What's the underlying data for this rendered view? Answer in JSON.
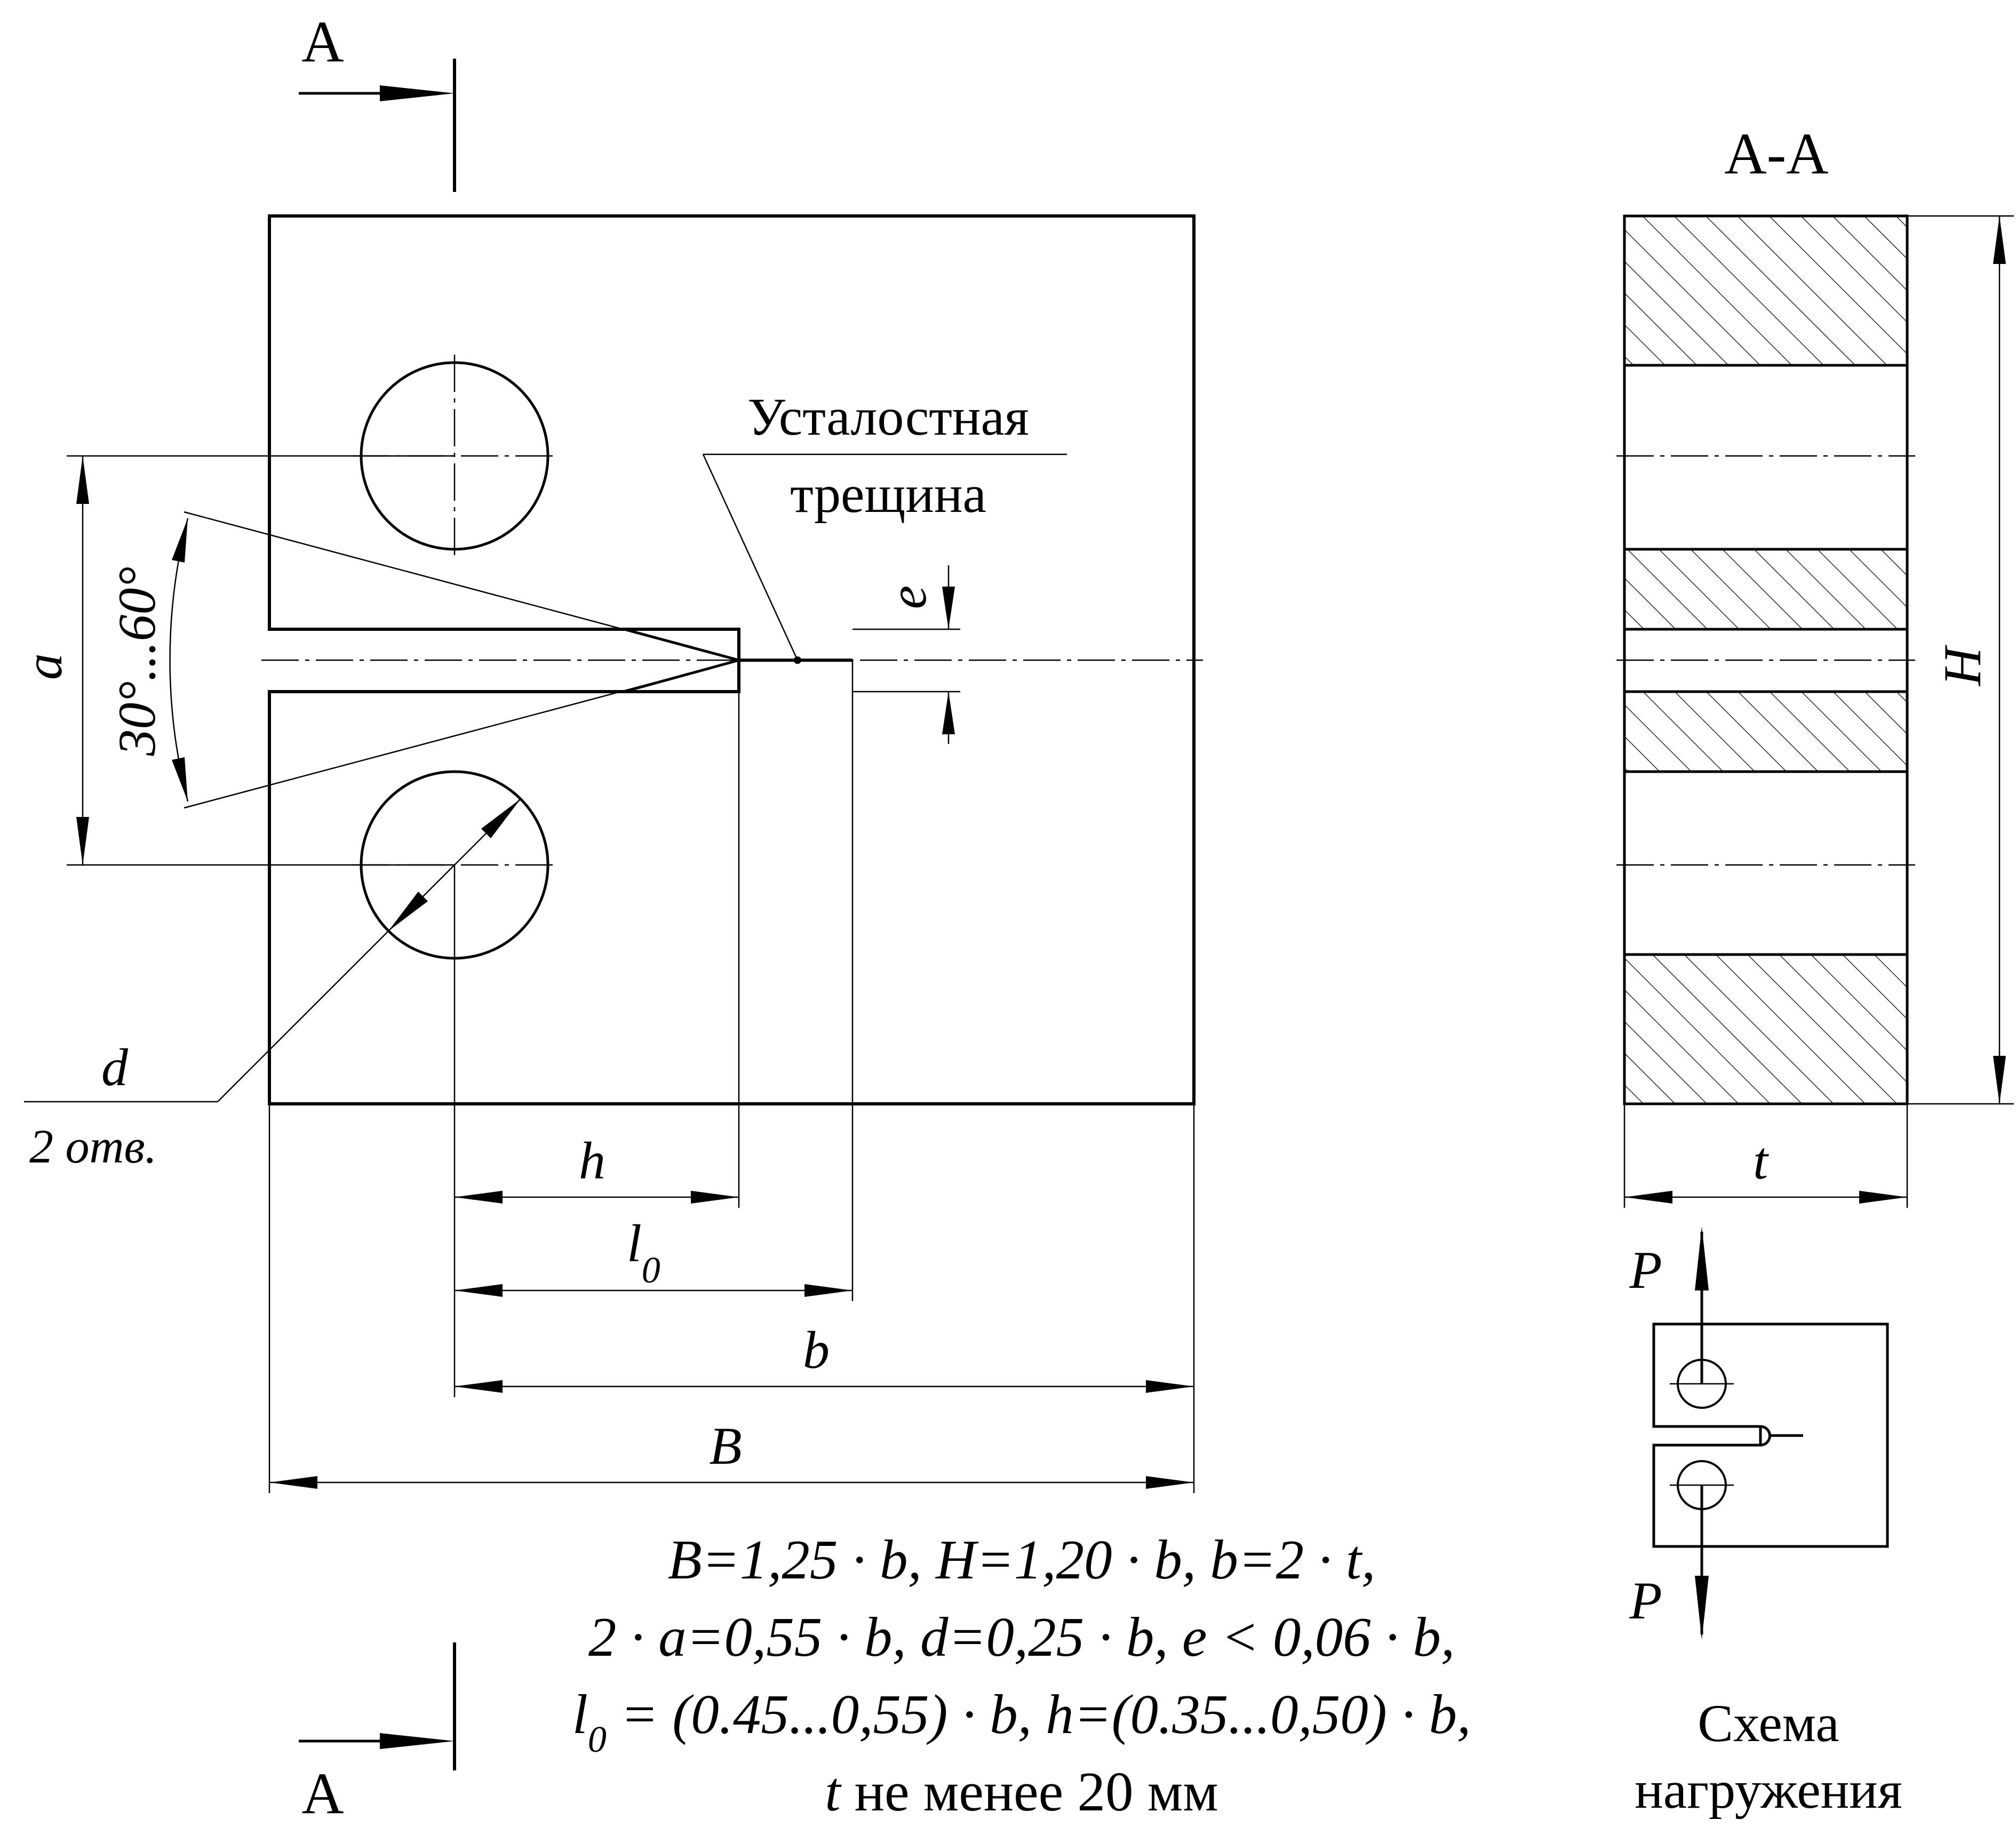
{
  "section_marks": {
    "top_letter": "A",
    "bottom_letter": "A",
    "section_title": "A-A"
  },
  "crack_note": {
    "line1": "Усталостная",
    "line2": "трещина"
  },
  "labels": {
    "a": "a",
    "angle": "30°...60°",
    "d": "d",
    "holes": "2 отв.",
    "e": "e",
    "h": "h",
    "l0_main": "l",
    "l0_sub": "0",
    "b": "b",
    "B": "B",
    "H": "H",
    "t": "t"
  },
  "formulas": {
    "line1": "B=1,25 · b, H=1,20 · b, b=2 · t,",
    "line2": "2 · a=0,55 · b, d=0,25 · b, e < 0,06 · b,",
    "line3_l": "l",
    "line3_sub": "0",
    "line3_rest": " = (0.45...0,55) · b, h=(0.35...0,50) · b,",
    "line4_t": "t",
    "line4_rest": " не менее 20 мм"
  },
  "loading_scheme": {
    "p_top": "P",
    "p_bottom": "P",
    "caption_line1": "Схема",
    "caption_line2": "нагружения"
  }
}
